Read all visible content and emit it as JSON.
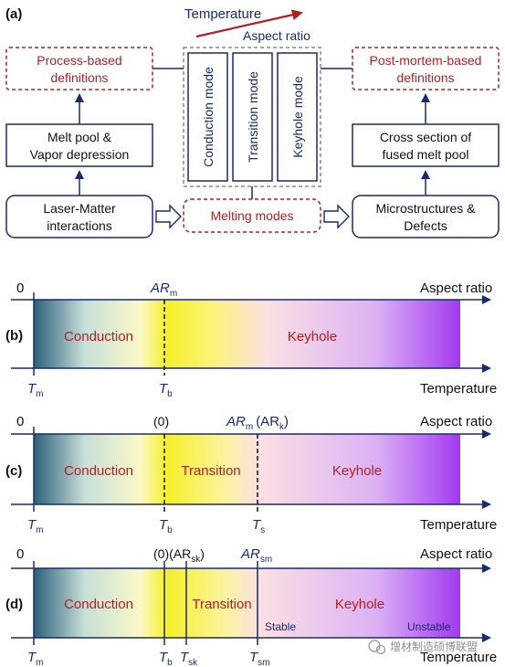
{
  "panel_a": {
    "label": "(a)",
    "temperature": "Temperature",
    "aspect_ratio": "Aspect ratio",
    "process_def": [
      "Process-based",
      "definitions"
    ],
    "postmortem_def": [
      "Post-mortem-based",
      "definitions"
    ],
    "melt_pool": [
      "Melt pool &",
      "Vapor depression"
    ],
    "cross_section": [
      "Cross section of",
      "fused melt pool"
    ],
    "laser_matter": [
      "Laser-Matter",
      "interactions"
    ],
    "melting_modes": "Melting modes",
    "micro_defects": [
      "Microstructures &",
      "Defects"
    ],
    "modes": [
      "Conduction mode",
      "Transition mode",
      "Keyhole mode"
    ]
  },
  "panel_b": {
    "label": "(b)",
    "zero": "0",
    "ar_m": "AR",
    "ar_m_sub": "m",
    "aspect_ratio": "Aspect ratio",
    "temperature": "Temperature",
    "t_m": "T",
    "t_m_sub": "m",
    "t_b": "T",
    "t_b_sub": "b",
    "conduction": "Conduction",
    "keyhole": "Keyhole"
  },
  "panel_c": {
    "label": "(c)",
    "zero": "0",
    "paren_zero": "(0)",
    "ar_m": "AR",
    "ar_m_sub": "m",
    "ar_k_open": "(AR",
    "ar_k_sub": "k",
    "ar_k_close": ")",
    "aspect_ratio": "Aspect ratio",
    "temperature": "Temperature",
    "t_m": "T",
    "t_m_sub": "m",
    "t_b": "T",
    "t_b_sub": "b",
    "t_s": "T",
    "t_s_sub": "s",
    "conduction": "Conduction",
    "transition": "Transition",
    "keyhole": "Keyhole"
  },
  "panel_d": {
    "label": "(d)",
    "zero": "0",
    "paren_zero": "(0)(AR",
    "ar_sk_sub": "sk",
    "ar_sk_close": ")",
    "ar_sm": "AR",
    "ar_sm_sub": "sm",
    "aspect_ratio": "Aspect ratio",
    "temperature": "Temperature",
    "t_m": "T",
    "t_m_sub": "m",
    "t_b": "T",
    "t_b_sub": "b",
    "t_sk": "T",
    "t_sk_sub": "sk",
    "t_sm": "T",
    "t_sm_sub": "sm",
    "conduction": "Conduction",
    "transition": "Transition",
    "keyhole": "Keyhole",
    "stable": "Stable",
    "unstable": "Unstable"
  },
  "watermark": "增材制造硕博联盟",
  "colors": {
    "navy": "#1a2a6e",
    "red": "#b21f24",
    "teal": "#2d5f7a",
    "yellow": "#f6f027",
    "purple": "#a23af0"
  }
}
